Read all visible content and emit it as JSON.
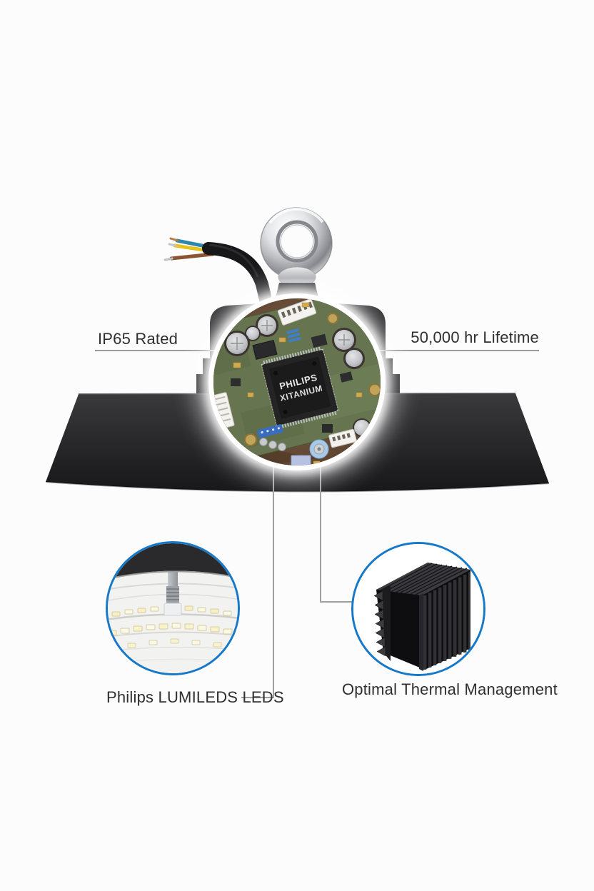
{
  "colors": {
    "background": "#fcfcfc",
    "callout_ring_blue": "#1678c8",
    "connector_line_gray": "#9a9a9a",
    "label_text": "#2f2f2f",
    "lamp_body_dark": "#242427",
    "pcb_green": "#66754f"
  },
  "labels": {
    "ip65": "IP65 Rated",
    "lifetime": "50,000 hr Lifetime",
    "leds": "Philips LUMILEDS LEDS",
    "thermal": "Optimal Thermal Management"
  },
  "driver_board": {
    "chip_line1": "PHILIPS",
    "chip_line2": "XITANIUM"
  }
}
